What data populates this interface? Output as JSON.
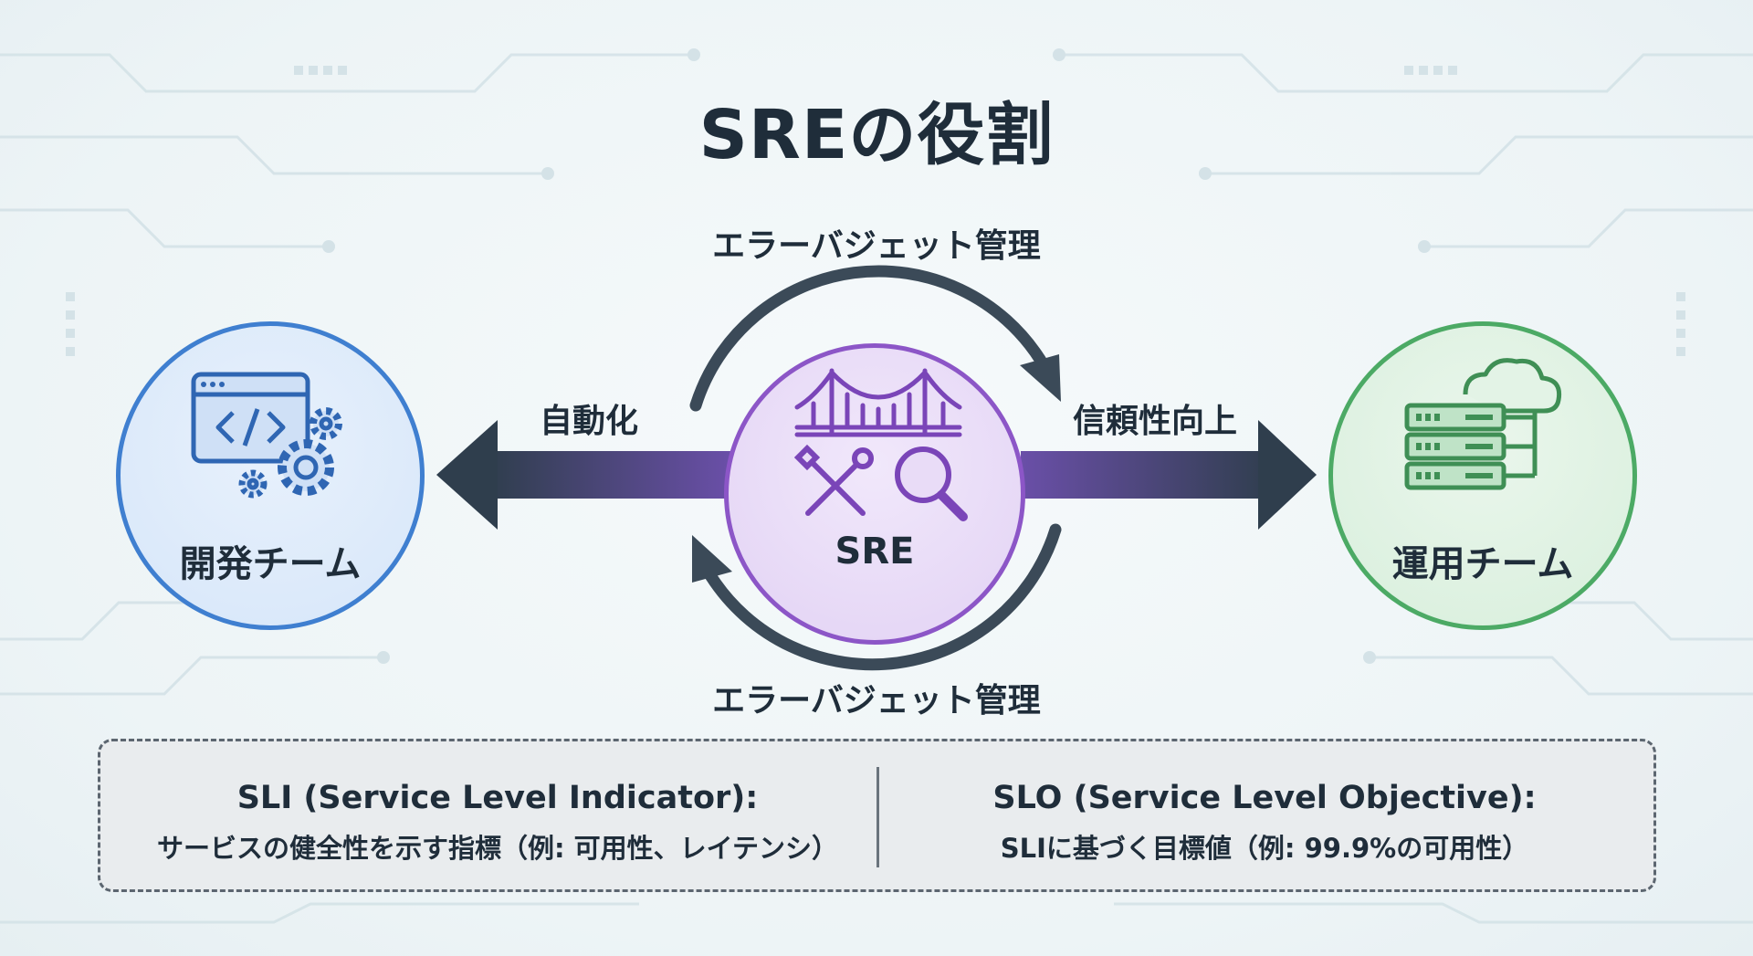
{
  "title": "SREの役割",
  "diagram": {
    "top_cycle_label": "エラーバジェット管理",
    "bottom_cycle_label": "エラーバジェット管理",
    "left_arrow_label": "自動化",
    "right_arrow_label": "信頼性向上",
    "nodes": {
      "dev": {
        "label": "開発チーム",
        "icon": "code-window-gears-icon",
        "color": "#3f7fd0"
      },
      "sre": {
        "label": "SRE",
        "icon": "bridge-tools-magnifier-icon",
        "color": "#8c56c7"
      },
      "ops": {
        "label": "運用チーム",
        "icon": "server-cloud-icon",
        "color": "#4caa65"
      }
    }
  },
  "info": {
    "sli": {
      "heading": "SLI (Service Level Indicator):",
      "description": "サービスの健全性を示す指標（例: 可用性、レイテンシ）"
    },
    "slo": {
      "heading": "SLO (Service Level Objective):",
      "description": "SLIに基づく目標値（例: 99.9%の可用性）"
    }
  }
}
